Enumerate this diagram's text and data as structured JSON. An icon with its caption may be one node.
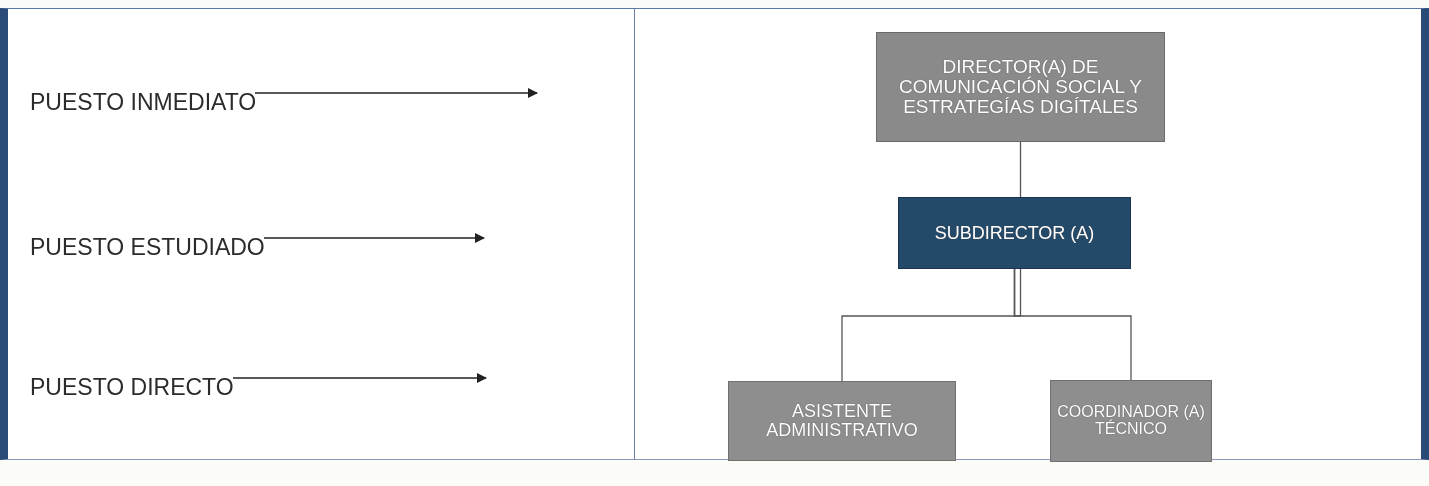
{
  "diagram": {
    "nodes": [
      {
        "text": [
          "PUESTO INMEDIATO"
        ]
      },
      {
        "text": [
          "PUESTO ESTUDIADO"
        ]
      },
      {
        "text": [
          "PUESTO DIRECTO"
        ]
      },
      {
        "text": [
          "DIRECTOR(A) DE COMUNICACIÓN SOCIAL Y ESTRATEGÍAS DIGÍTALES"
        ]
      },
      {
        "text": [
          "SUBDIRECTOR (A)"
        ]
      },
      {
        "text": [
          "ASISTENTE ADMINISTRATIVO"
        ]
      },
      {
        "text": [
          "COORDINADOR (A) TÉCNICO"
        ]
      }
    ],
    "edges": [
      {
        "from": 0,
        "to": null,
        "arrow": "to"
      },
      {
        "from": 1,
        "to": null,
        "arrow": "to"
      },
      {
        "from": 2,
        "to": null,
        "arrow": "to"
      },
      {
        "from": 3,
        "to": 4,
        "arrow": "none"
      },
      {
        "from": 4,
        "to": 5,
        "arrow": "none"
      },
      {
        "from": 4,
        "to": 6,
        "arrow": "none"
      }
    ]
  }
}
